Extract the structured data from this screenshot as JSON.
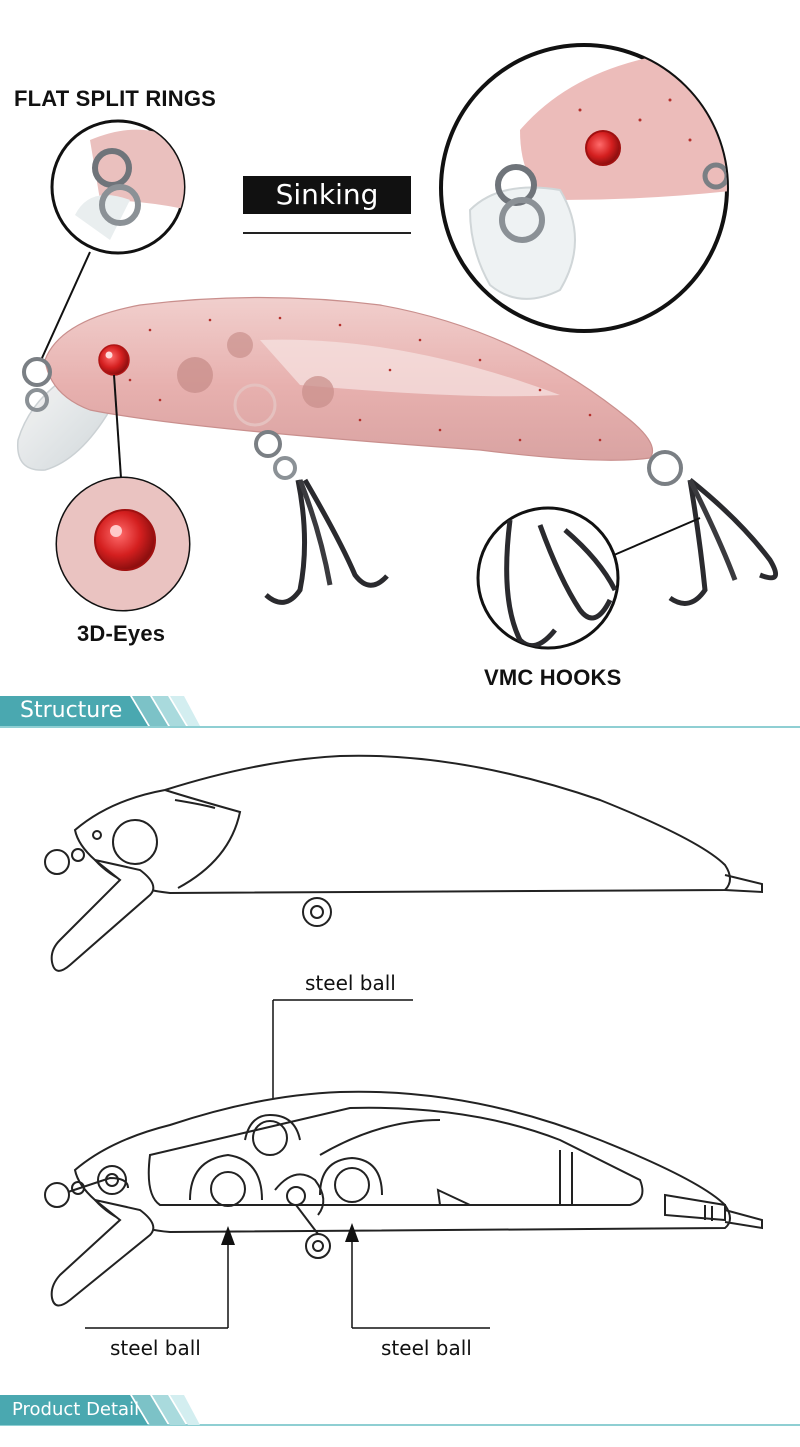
{
  "callouts": {
    "flat_split_rings": "FLAT SPLIT RINGS",
    "eyes": "3D-Eyes",
    "hooks": "VMC HOOKS"
  },
  "badge": {
    "sinking": "Sinking"
  },
  "sections": {
    "structure": "Structure",
    "product_detail": "Product Detail"
  },
  "structure_labels": {
    "top": "steel ball",
    "bottom_left": "steel ball",
    "bottom_right": "steel ball"
  },
  "colors": {
    "tab_teal": "#4aa8b0",
    "tab_teal_light": "#8fd0d4",
    "lure_pink": "#e9b7b5",
    "eye_red": "#d42020"
  }
}
